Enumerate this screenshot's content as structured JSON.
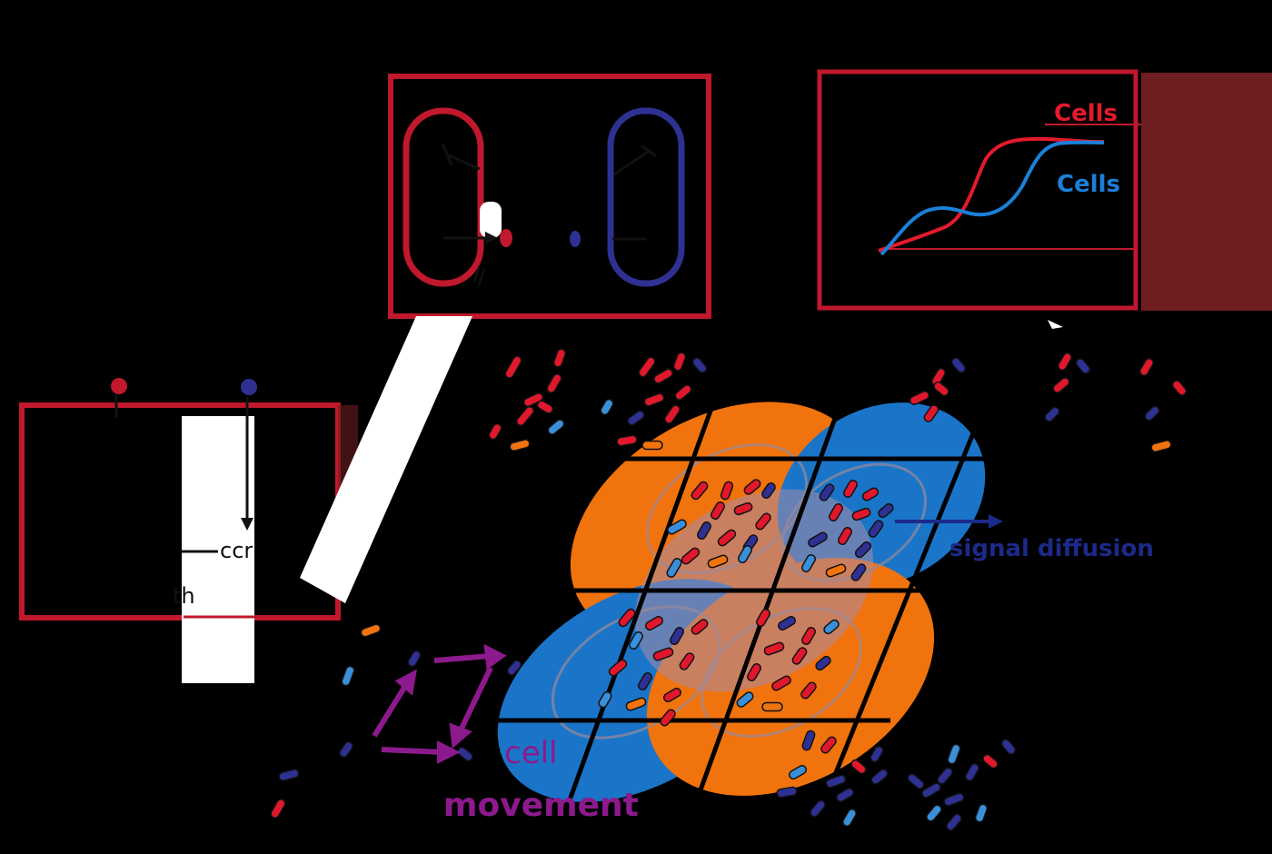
{
  "colors": {
    "background": "#000000",
    "frame_red": "#c0182c",
    "cell_red": "#e0182c",
    "cell_blue": "#2e3192",
    "orange": "#f0730e",
    "blue_region": "#1a75c8",
    "dark_red_panel": "#6e1d20",
    "movement_purple": "#8c1a8c",
    "diffusion_navy": "#1b2a8a",
    "light_blue_cell": "#3a8fd8",
    "red_curve": "#e41a2c",
    "blue_curve": "#1a80d8"
  },
  "graph_panel": {
    "label_red": "Cells",
    "label_blue": "Cells"
  },
  "left_panel": {
    "label_ccr": "ccr",
    "label_th": "th"
  },
  "labels": {
    "signal_diffusion": "signal diffusion",
    "cell": "cell",
    "movement": "movement"
  },
  "icons": {
    "inhibition": "t-bar-icon",
    "activation": "arrow-icon"
  }
}
